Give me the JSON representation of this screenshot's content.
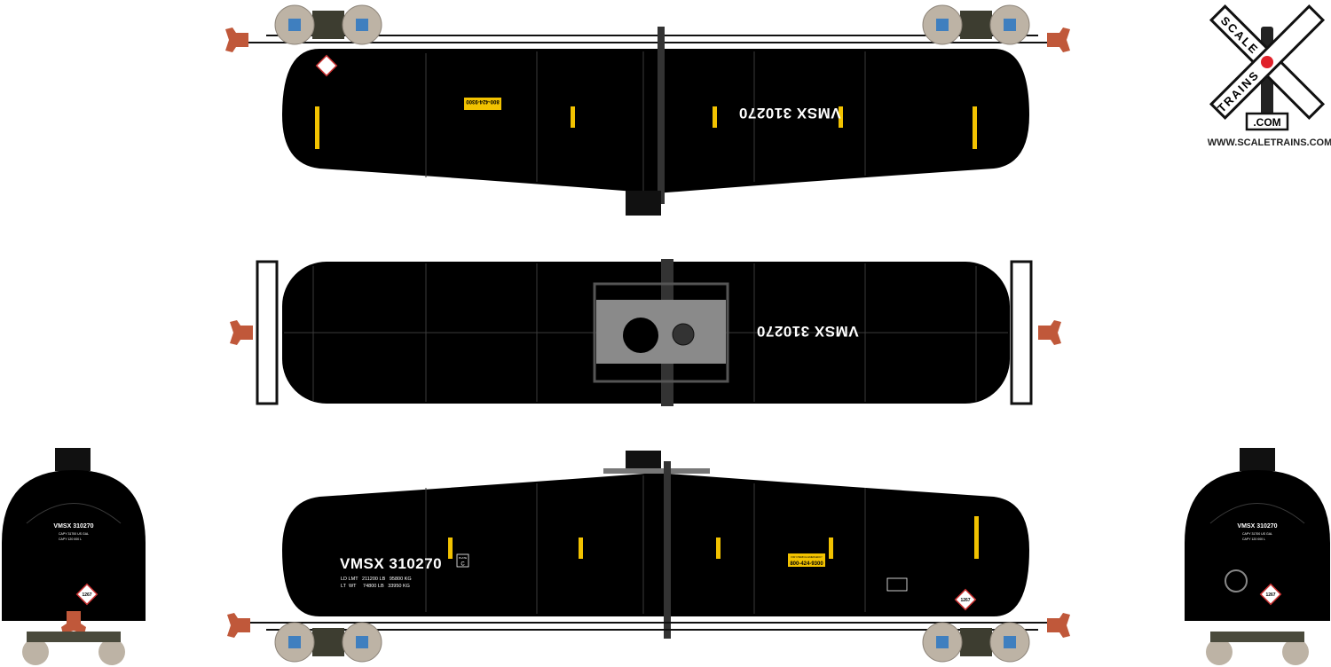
{
  "car": {
    "reporting_mark": "VMSX 310270",
    "capacity_lines": [
      "LD LMT   211200 LB   95800 KG",
      "LT  WT     74800 LB   33950 KG"
    ],
    "end_capacity_lines": [
      "CAPY 31700 US GAL",
      "CAPY 120 000 L"
    ],
    "plate_label": "PLATE",
    "plate_value": "C",
    "hazmat_placard": "1267",
    "emergency_phone": "800-424-9300",
    "emergency_header": "FOR CHEMICAL EMERGENCY"
  },
  "logo": {
    "word_top": "SCALE",
    "word_bottom": "TRAINS",
    "suffix": ".COM",
    "url": "WWW.SCALETRAINS.COM"
  },
  "colors": {
    "tank": "#000000",
    "truck": "#4a4a3c",
    "wheel": "#bdb3a5",
    "bearing": "#3f7fbf",
    "coupler": "#c0583a",
    "stripe": "#f2c200",
    "hatch_plate": "#7a7a7a",
    "logo_accent": "#e0212a"
  }
}
